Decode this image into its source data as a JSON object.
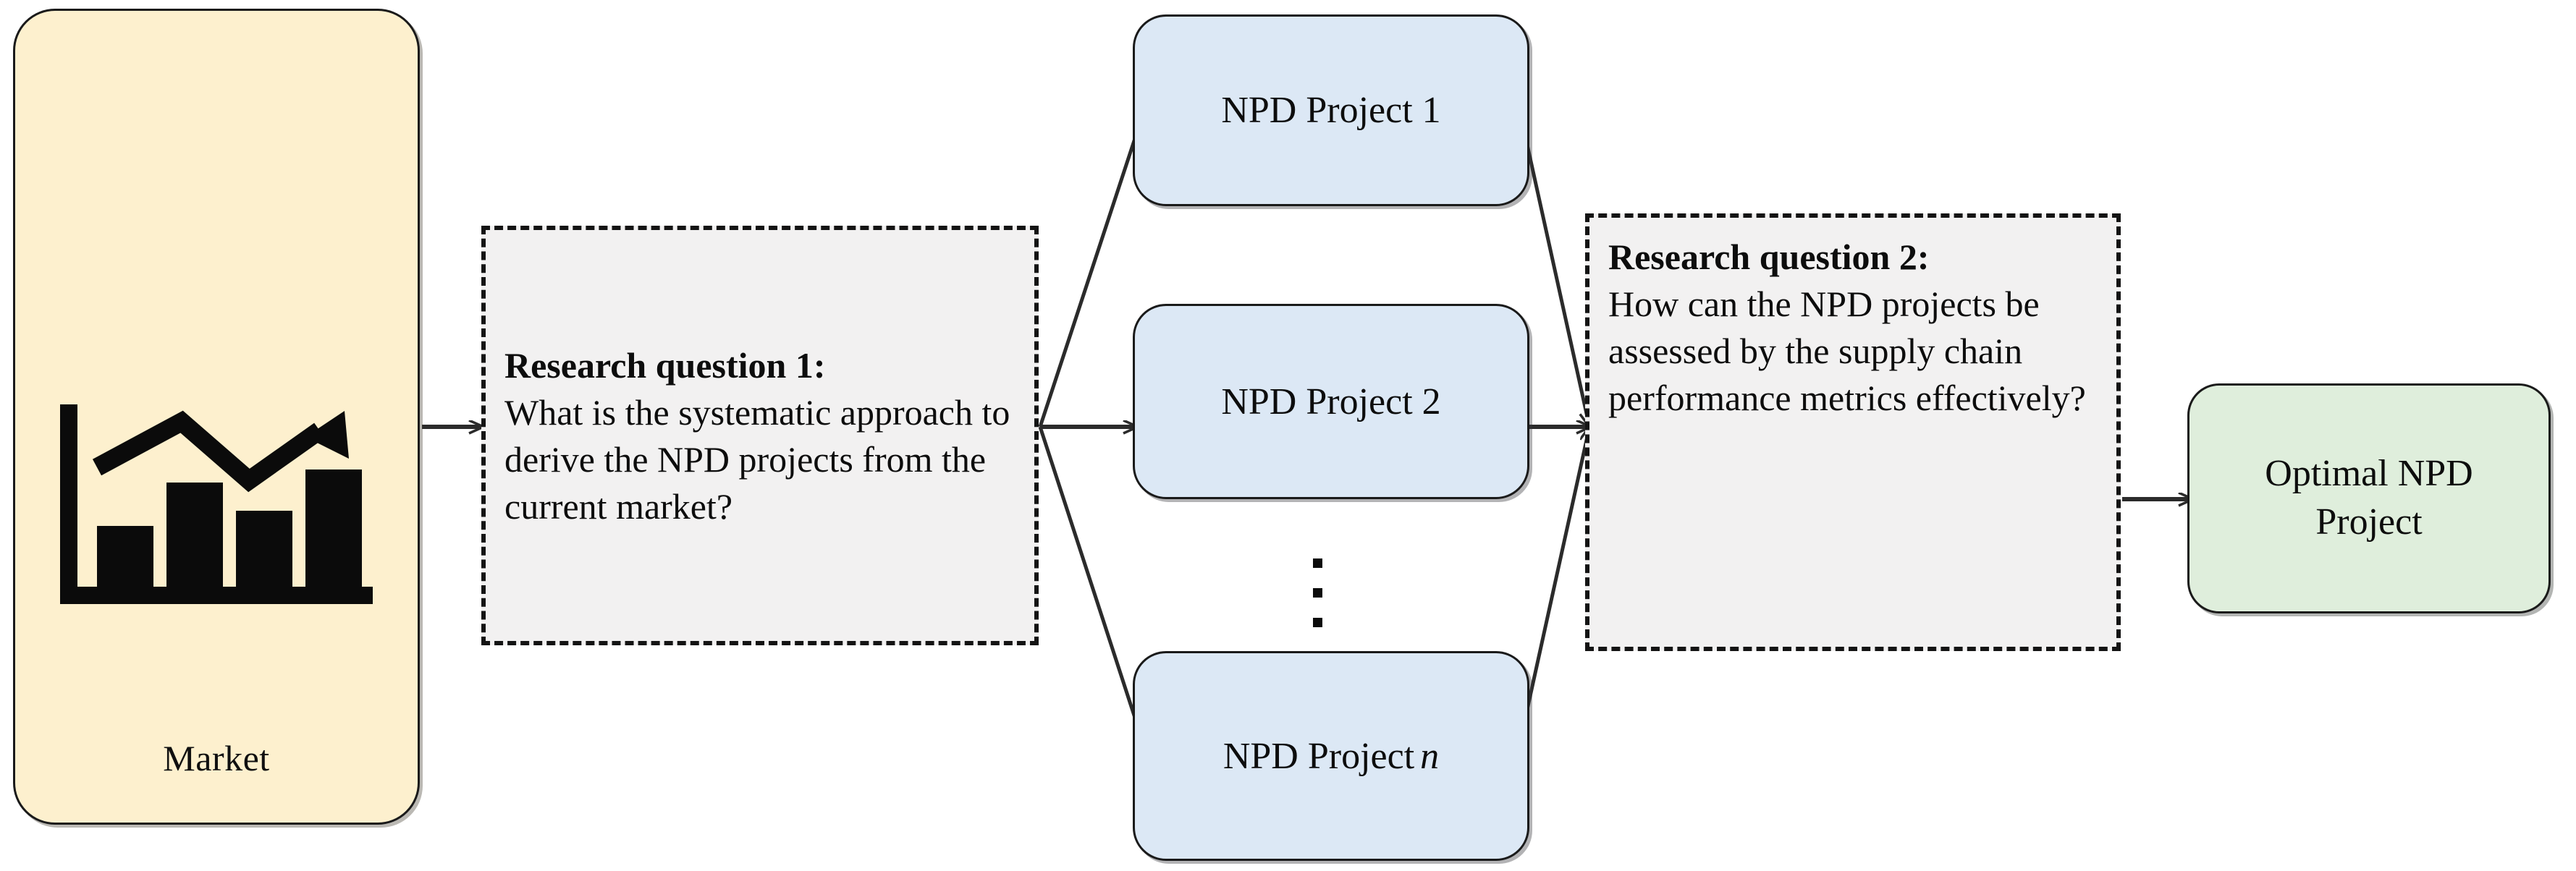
{
  "diagram": {
    "market": {
      "label": "Market",
      "icon": "bar-chart-trend-up-icon",
      "fill": "#FDF0CE"
    },
    "research_question_1": {
      "title": "Research question 1:",
      "body": "What is the systematic approach to derive the NPD projects from the current market?",
      "fill": "#F2F1F1",
      "border_style": "dashed"
    },
    "npd_projects": {
      "fill": "#DCE8F5",
      "items": [
        {
          "label": "NPD Project 1"
        },
        {
          "label": "NPD Project 2"
        },
        {
          "label_prefix": "NPD Project",
          "label_suffix": "n"
        }
      ],
      "ellipsis": "⋮"
    },
    "research_question_2": {
      "title": "Research question 2:",
      "body": "How can the NPD projects be assessed by the supply chain performance metrics effectively?",
      "fill": "#F2F1F1",
      "border_style": "dashed"
    },
    "optimal": {
      "line1": "Optimal NPD",
      "line2": "Project",
      "fill": "#DFEEDC"
    },
    "edges": {
      "stroke": "#2b2b2b",
      "market_to_rq1": "arrow",
      "rq1_to_projects": "fan-out-arrows",
      "projects_to_rq2": "fan-in-arrows",
      "rq2_to_optimal": "arrow"
    }
  }
}
